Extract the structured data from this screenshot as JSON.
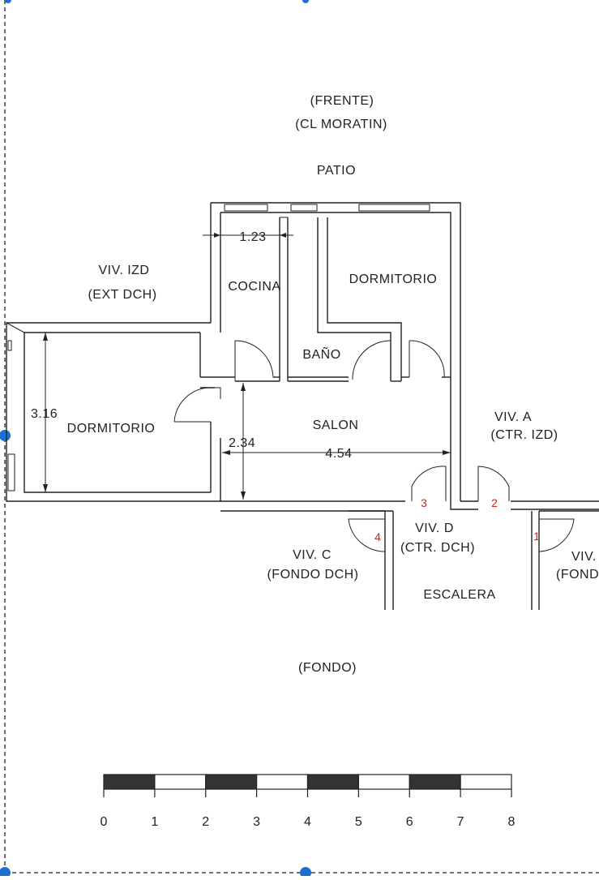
{
  "labels": {
    "frente": "(FRENTE)",
    "street": "(CL MORATIN)",
    "patio": "PATIO",
    "viv_izd": "VIV. IZD",
    "ext_dch": "(EXT DCH)",
    "cocina": "COCINA",
    "dormitorio_top": "DORMITORIO",
    "bano": "BAÑO",
    "dormitorio_left": "DORMITORIO",
    "salon": "SALON",
    "viv_a": "VIV. A",
    "ctr_izd": "(CTR. IZD)",
    "viv_d": "VIV. D",
    "ctr_dch": "(CTR. DCH)",
    "viv_c": "VIV. C",
    "fondo_dch": "(FONDO DCH)",
    "viv_right": "VIV.",
    "fond_right": "(FOND",
    "escalera": "ESCALERA",
    "fondo": "(FONDO)"
  },
  "dimensions": {
    "cocina_width": "1.23",
    "dormitorio_height": "3.16",
    "salon_height": "2.34",
    "salon_width": "4.54"
  },
  "door_numbers": [
    "1",
    "2",
    "3",
    "4"
  ],
  "scale_bar": {
    "ticks": [
      "0",
      "1",
      "2",
      "3",
      "4",
      "5",
      "6",
      "7",
      "8"
    ]
  },
  "colors": {
    "line": "#222222",
    "door_number": "#c0282a",
    "selection_handle": "#1a6fd1"
  }
}
